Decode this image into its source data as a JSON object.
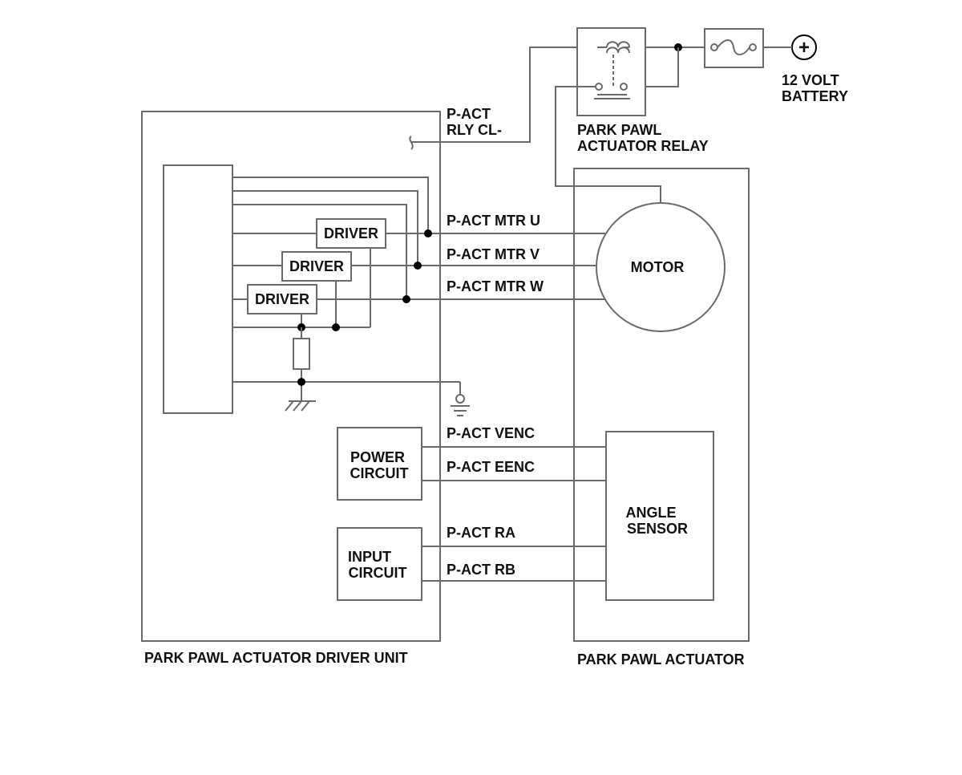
{
  "labels": {
    "battery": [
      "12 VOLT",
      "BATTERY"
    ],
    "battery_symbol": "+",
    "relay": [
      "PARK PAWL",
      "ACTUATOR RELAY"
    ],
    "relay_signal": [
      "P-ACT",
      "RLY CL-"
    ],
    "driver": "DRIVER",
    "motor": "MOTOR",
    "motor_u": "P-ACT MTR U",
    "motor_v": "P-ACT MTR V",
    "motor_w": "P-ACT MTR W",
    "power_circuit": [
      "POWER",
      "CIRCUIT"
    ],
    "input_circuit": [
      "INPUT",
      "CIRCUIT"
    ],
    "angle_sensor": [
      "ANGLE",
      "SENSOR"
    ],
    "venc": "P-ACT VENC",
    "eenc": "P-ACT EENC",
    "ra": "P-ACT RA",
    "rb": "P-ACT RB",
    "driver_unit": "PARK PAWL ACTUATOR DRIVER UNIT",
    "actuator": "PARK PAWL ACTUATOR"
  },
  "colors": {
    "wire": "#6a6a6a",
    "text": "#111111",
    "junction": "#000000"
  }
}
